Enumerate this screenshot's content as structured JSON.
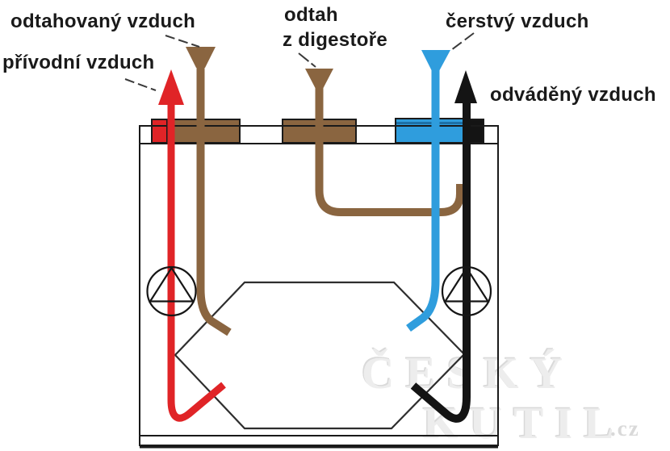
{
  "diagram": {
    "labels": {
      "extracted_air": "odtahovaný vzduch",
      "supply_air": "přívodní vzduch",
      "hood_exhaust_line1": "odtah",
      "hood_exhaust_line2": "z digestoře",
      "fresh_air": "čerstvý vzduch",
      "exhaust_air": "odváděný vzduch"
    },
    "watermark": {
      "word1": "ČESKÝ",
      "word2": "KUTIL",
      "suffix": ".cz"
    },
    "colors": {
      "supply_red": "#e02427",
      "duct_brown": "#8a6540",
      "fresh_blue": "#2f9ddd",
      "fresh_blue_dark": "#1a6a9e",
      "exhaust_black": "#141414",
      "casing_outline": "#1a1a1a",
      "exchanger_outline": "#2e2e2e",
      "label_text": "#1a1a1a",
      "watermark_light": "#ededed",
      "watermark_shade": "#d9d9d9"
    }
  }
}
